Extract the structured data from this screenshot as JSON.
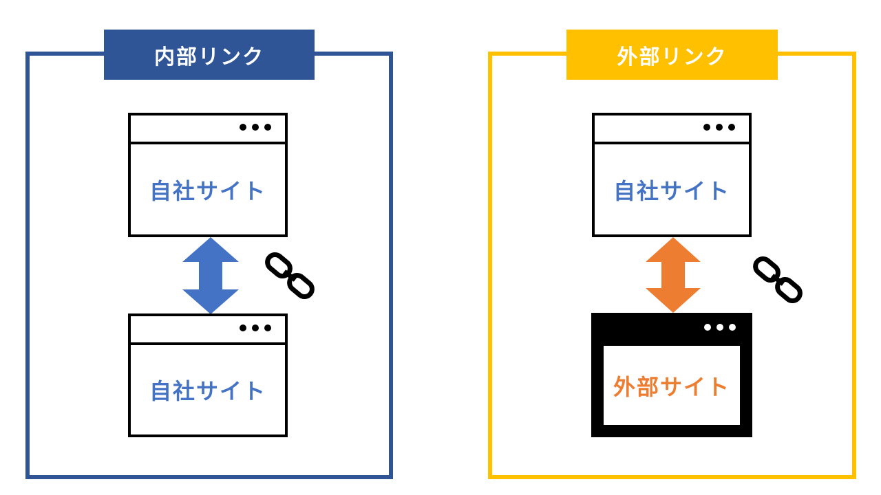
{
  "colors": {
    "internal": "#2f5597",
    "external": "#ffc000",
    "blue_text": "#4472c4",
    "orange": "#ed7d31",
    "blue_arrow": "#4472c4"
  },
  "internal": {
    "title": "内部リンク",
    "top_window_label": "自社サイト",
    "bottom_window_label": "自社サイト",
    "arrow_icon": "double-arrow-icon",
    "link_icon": "chain-link-icon"
  },
  "external": {
    "title": "外部リンク",
    "top_window_label": "自社サイト",
    "bottom_window_label": "外部サイト",
    "arrow_icon": "double-arrow-icon",
    "link_icon": "chain-link-icon"
  }
}
